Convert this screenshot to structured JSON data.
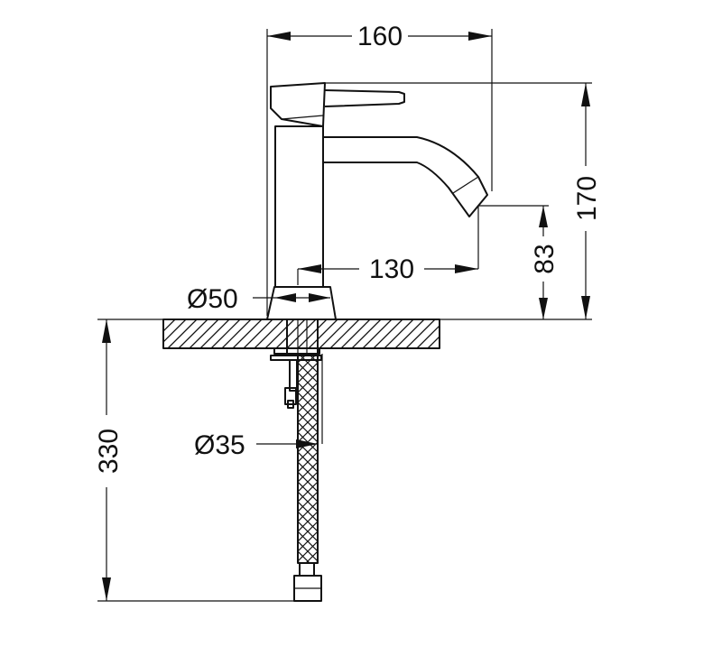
{
  "dimensions": {
    "overall_width": "160",
    "overall_height": "170",
    "spout_reach": "130",
    "spout_height": "83",
    "base_diameter": "Ø50",
    "shank_diameter": "Ø35",
    "hose_length": "330"
  }
}
